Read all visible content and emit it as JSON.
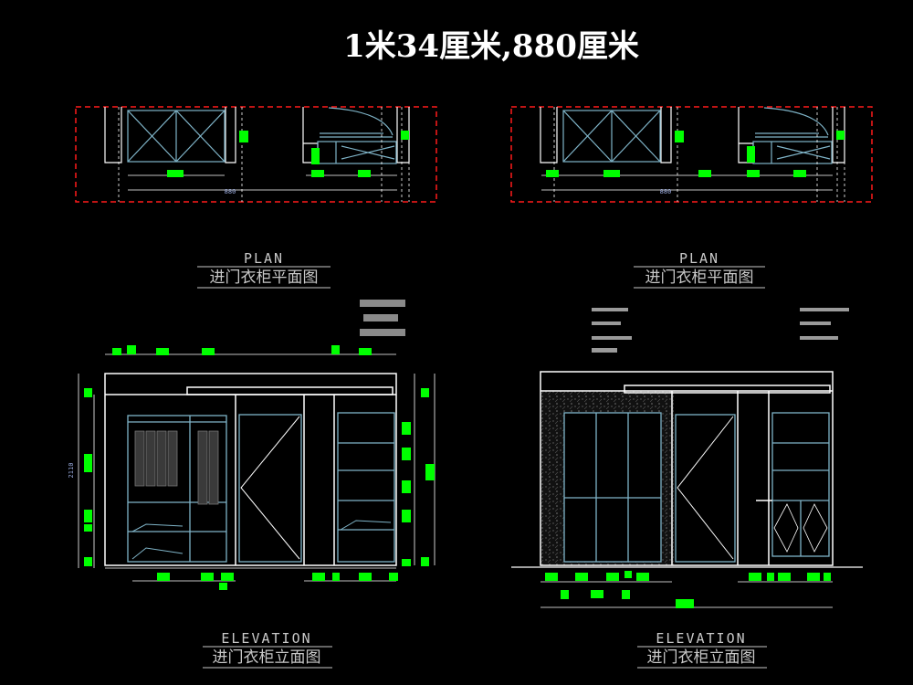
{
  "title": "1米34厘米,880厘米",
  "views": {
    "plan_left": {
      "label_en": "PLAN",
      "label_cn": "进门衣柜平面图",
      "dim_text": "880"
    },
    "plan_right": {
      "label_en": "PLAN",
      "label_cn": "进门衣柜平面图",
      "dim_text": "880"
    },
    "elev_left": {
      "label_en": "ELEVATION",
      "label_cn": "进门衣柜立面图",
      "dim_text": "2110"
    },
    "elev_right": {
      "label_en": "ELEVATION",
      "label_cn": "进门衣柜立面图"
    }
  },
  "colors": {
    "background": "#000000",
    "line_white": "#ffffff",
    "line_blue": "#7fb4c8",
    "dim_green": "#00ff00",
    "frame_red": "#ff1a1a",
    "text_grey": "#c8c8c8"
  }
}
